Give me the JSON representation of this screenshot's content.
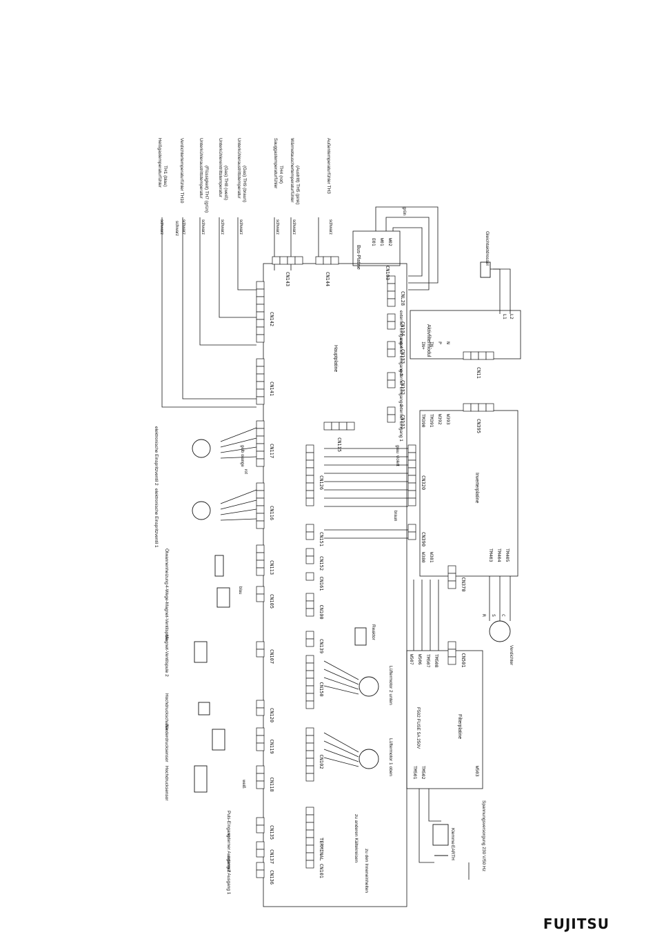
{
  "brand": "FUJITSU",
  "sensors": [
    {
      "name": "Heißgastemperaturfühler",
      "sub": "TH1 (blau)",
      "wire": "schwarz"
    },
    {
      "name": "Verdichtertemperaturfühler TH10",
      "sub": "",
      "wire": "schwarz"
    },
    {
      "name": "Unterkühleraustrittstemperatur",
      "sub": "(Flüssigkeit) TH7 (grün)",
      "wire": "schwarz"
    },
    {
      "name": "Unterkühlereintrittstemperatur",
      "sub": "(Gas) TH8 (weiß)",
      "wire": "schwarz"
    },
    {
      "name": "Unterkühleraustrittstemperatur",
      "sub": "(Gas) TH9 (braun)",
      "wire": "schwarz"
    },
    {
      "name": "Sauggastemperaturfühler",
      "sub": "TH4 (rot)",
      "wire": "schwarz"
    },
    {
      "name": "Wärmetauschertemperaturfühler",
      "sub": "(Austritt) TH5 (pink)",
      "wire": "schwarz"
    },
    {
      "name": "Außentemperaturfühler TH3",
      "sub": "",
      "wire": "schwarz"
    }
  ],
  "connectors": {
    "cn143": "CN143",
    "cn144": "CN144",
    "cn103": "CN103",
    "cn142": "CN142",
    "cn141": "CN141",
    "cn117": "CN117",
    "cn116": "CN116",
    "cn113": "CN113",
    "cn105": "CN105",
    "cn107": "CN107",
    "cn120": "CN120",
    "cn119": "CN119",
    "cn118": "CN118",
    "cn135": "CN135",
    "cn137": "CN137",
    "cn136": "CN136",
    "cn101": "TERMINAL CN101",
    "cn115": "CN115",
    "cn126": "CN126",
    "cn151": "CN151",
    "cn152": "CN152",
    "cn161": "CN161",
    "cn100": "CN100",
    "cn139": "CN139",
    "cn150": "CN150",
    "cn102": "CN102",
    "cnl28": "CNL28",
    "cn131": "CN131",
    "cn132": "CN132",
    "cn133": "CN133",
    "cn134": "CN134",
    "cn320": "CN320",
    "cn390": "CN390",
    "cn395": "CN395",
    "cn370": "CN370",
    "cn501": "CN501",
    "cn11": "CN11"
  },
  "boards": {
    "main": "Hauptplatine",
    "inverter": "Inverterplatine",
    "filter": "Filterplatine",
    "active_filter": "Aktivfiltermodul",
    "bus": "Bus-Platine"
  },
  "components": {
    "evv2": "elektronische Einspritzventil 2",
    "evv1": "elektronische Einspritzventil 1",
    "oil_heater": "Ölwannenheizung",
    "four_way": "4-Wege-Magnet-Ventilspule",
    "sv2": "Magnet-Ventilspule 2",
    "hp_switch": "Hochdruckschalter",
    "lp_sensor": "Niederdrucksensor",
    "hp_sensor": "Hochdrucksensor",
    "pulse_in": "Puls-Eingang",
    "ext_out2": "externer Ausgang 2",
    "ext_out1": "externer Ausgang 1",
    "reactor": "Reaktor",
    "fan2": "Lüftermotor 2 unten",
    "fan1": "Lüftermotor 1 oben",
    "compressor": "Verdichter",
    "choke": "Gleichtaktdrossel",
    "terminal": "Klemme",
    "supply": "Spannungsversorgung 230 V/50 Hz",
    "earth": "EARTH",
    "to_indoor": "zu den Inneneinheiten",
    "to_other": "zu anderen Kältekreisen",
    "fuse": "F502 FUSE 5A 250V",
    "ext_in1": "externer Eingang 1",
    "ext_in2": "externer Eingang 2",
    "ext_in3": "externer Eingang 3",
    "ext_in4": "externer Eingang 4"
  },
  "terminals": {
    "bus": [
      "E01",
      "W01",
      "W02"
    ],
    "inverter_in": [
      "TM390",
      "TM391",
      "W392",
      "W393"
    ],
    "inverter_out": [
      "TM403",
      "TM404",
      "TM405"
    ],
    "inverter_mid": [
      "W380",
      "W381"
    ],
    "filter_top": [
      "W507",
      "W506",
      "TM507",
      "TM508"
    ],
    "filter_left": [
      "TM501",
      "TM502"
    ],
    "filter_w503": "W503",
    "active": [
      "IN+",
      "IN-",
      "P",
      "N"
    ],
    "choke_out": [
      "L1",
      "L2"
    ],
    "compressor": [
      "R",
      "S",
      "C"
    ]
  },
  "wire_colors": {
    "schwarz": "schwarz",
    "blau": "blau",
    "weiss": "weiß",
    "rot": "rot",
    "gelb": "gelb",
    "orange": "orange",
    "gruen": "grün",
    "braun": "braun",
    "violett": "violett",
    "grau": "grau"
  }
}
